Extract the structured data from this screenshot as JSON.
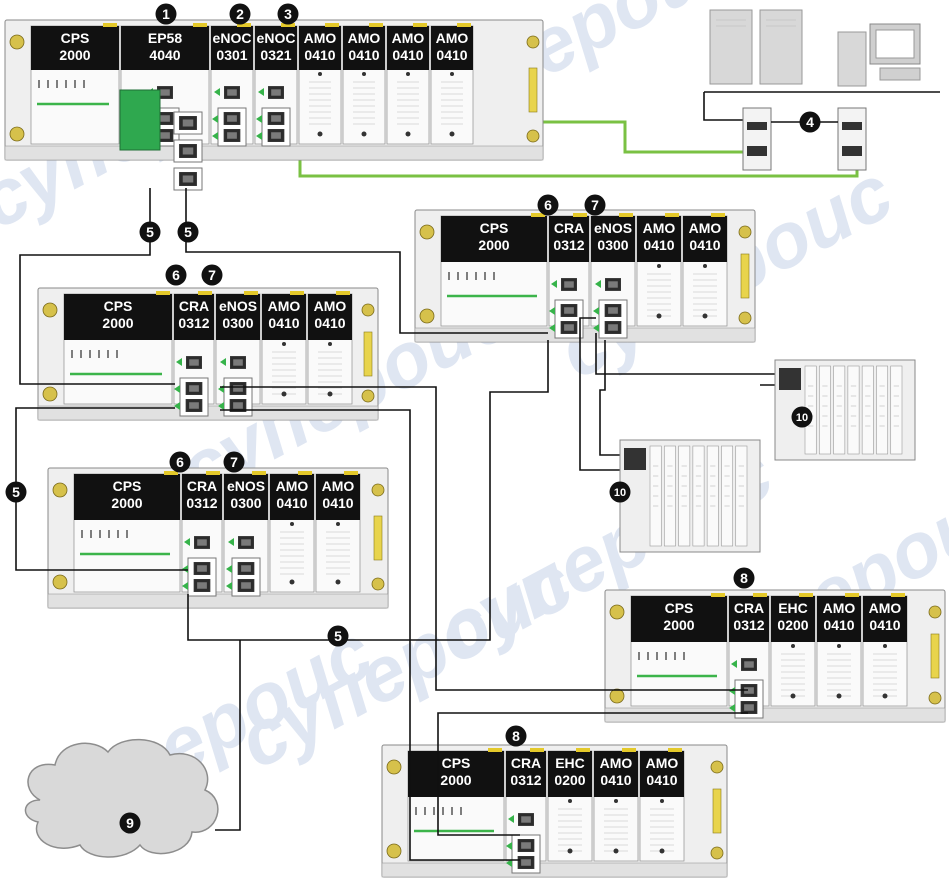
{
  "modules": {
    "cps": [
      "CPS",
      "2000"
    ],
    "ep": [
      "EP58",
      "4040"
    ],
    "enoc301": [
      "eNOC",
      "0301"
    ],
    "enoc321": [
      "eNOC",
      "0321"
    ],
    "cra": [
      "CRA",
      "0312"
    ],
    "enos": [
      "eNOS",
      "0300"
    ],
    "amo": [
      "AMO",
      "0410"
    ],
    "ehc": [
      "EHC",
      "0200"
    ]
  },
  "callouts": [
    "1",
    "2",
    "3",
    "4",
    "5",
    "6",
    "7",
    "8",
    "9",
    "10"
  ],
  "watermark": "супероис",
  "colors": {
    "cable_black": "#111111",
    "cable_green": "#7ac143",
    "module_header": "#111111",
    "watermark": "#dfe6f2"
  }
}
